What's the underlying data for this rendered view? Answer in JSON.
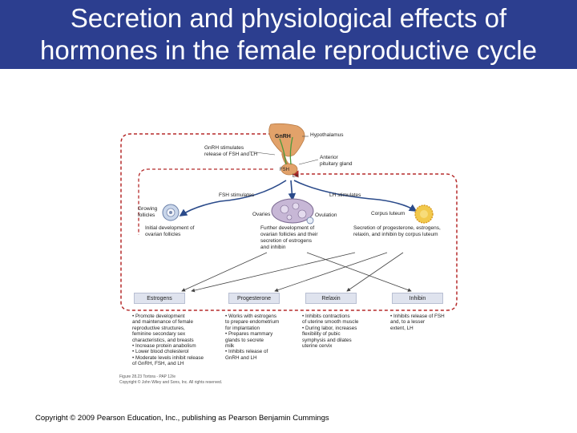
{
  "slide": {
    "title_line1": "Secretion and physiological effects of",
    "title_line2": "hormones in the female reproductive cycle",
    "copyright": "Copyright © 2009 Pearson Education, Inc., publishing as Pearson Benjamin Cummings"
  },
  "colors": {
    "title_bg": "#2c3e8f",
    "feedback_arrow": "#b52a2a",
    "stimulate_arrow": "#2a4a8a",
    "hormone_box": "#dfe3ee",
    "gland": "#e2a26a"
  },
  "figure": {
    "gnrh_tag": "GnRH",
    "hypothalamus": "Hypothalamus",
    "gnrh_stimulates": [
      "GnRH stimulates",
      "release of FSH and LH"
    ],
    "anterior_pituitary": [
      "Anterior",
      "pituitary gland"
    ],
    "fsh_tag": "FSH",
    "lh_tag": "LH",
    "fsh_stimulates": "FSH stimulates",
    "lh_stimulates": "LH stimulates",
    "growing_follicles": [
      "Growing",
      "follicles"
    ],
    "ovaries": "Ovaries",
    "ovulation": "Ovulation",
    "corpus_luteum": "Corpus luteum",
    "initial_development": [
      "Initial development of",
      "ovarian follicles"
    ],
    "further_development": [
      "Further development of",
      "ovarian follicles and their",
      "secretion of estrogens",
      "and inhibin"
    ],
    "secretion_progesterone": [
      "Secretion of progesterone, estrogens,",
      "relaxin, and inhibin by corpus luteum"
    ],
    "boxes": {
      "estrogens": "Estrogens",
      "progesterone": "Progesterone",
      "relaxin": "Relaxin",
      "inhibin": "Inhibin"
    },
    "effects": {
      "estrogens": [
        "• Promote development",
        "  and maintenance of female",
        "  reproductive structures,",
        "  feminine secondary sex",
        "  characteristics, and breasts",
        "• Increase protein anabolism",
        "• Lower blood cholesterol",
        "• Moderate levels inhibit release",
        "  of GnRH, FSH, and LH"
      ],
      "progesterone": [
        "• Works with estrogens",
        "  to prepare endometrium",
        "  for implantation",
        "• Prepares mammary",
        "  glands to secrete",
        "  milk",
        "• Inhibits release of",
        "  GnRH and LH"
      ],
      "relaxin": [
        "• Inhibits contractions",
        "  of uterine smooth muscle",
        "• During labor, increases",
        "  flexibility of pubic",
        "  symphysis and dilates",
        "  uterine cervix"
      ],
      "inhibin": [
        "• Inhibits release of FSH",
        "  and, to a lesser",
        "  extent, LH"
      ]
    },
    "caption": [
      "Figure 28.23   Tortora - PAP 12/e",
      "Copyright © John Wiley and Sons, Inc. All rights reserved."
    ]
  }
}
